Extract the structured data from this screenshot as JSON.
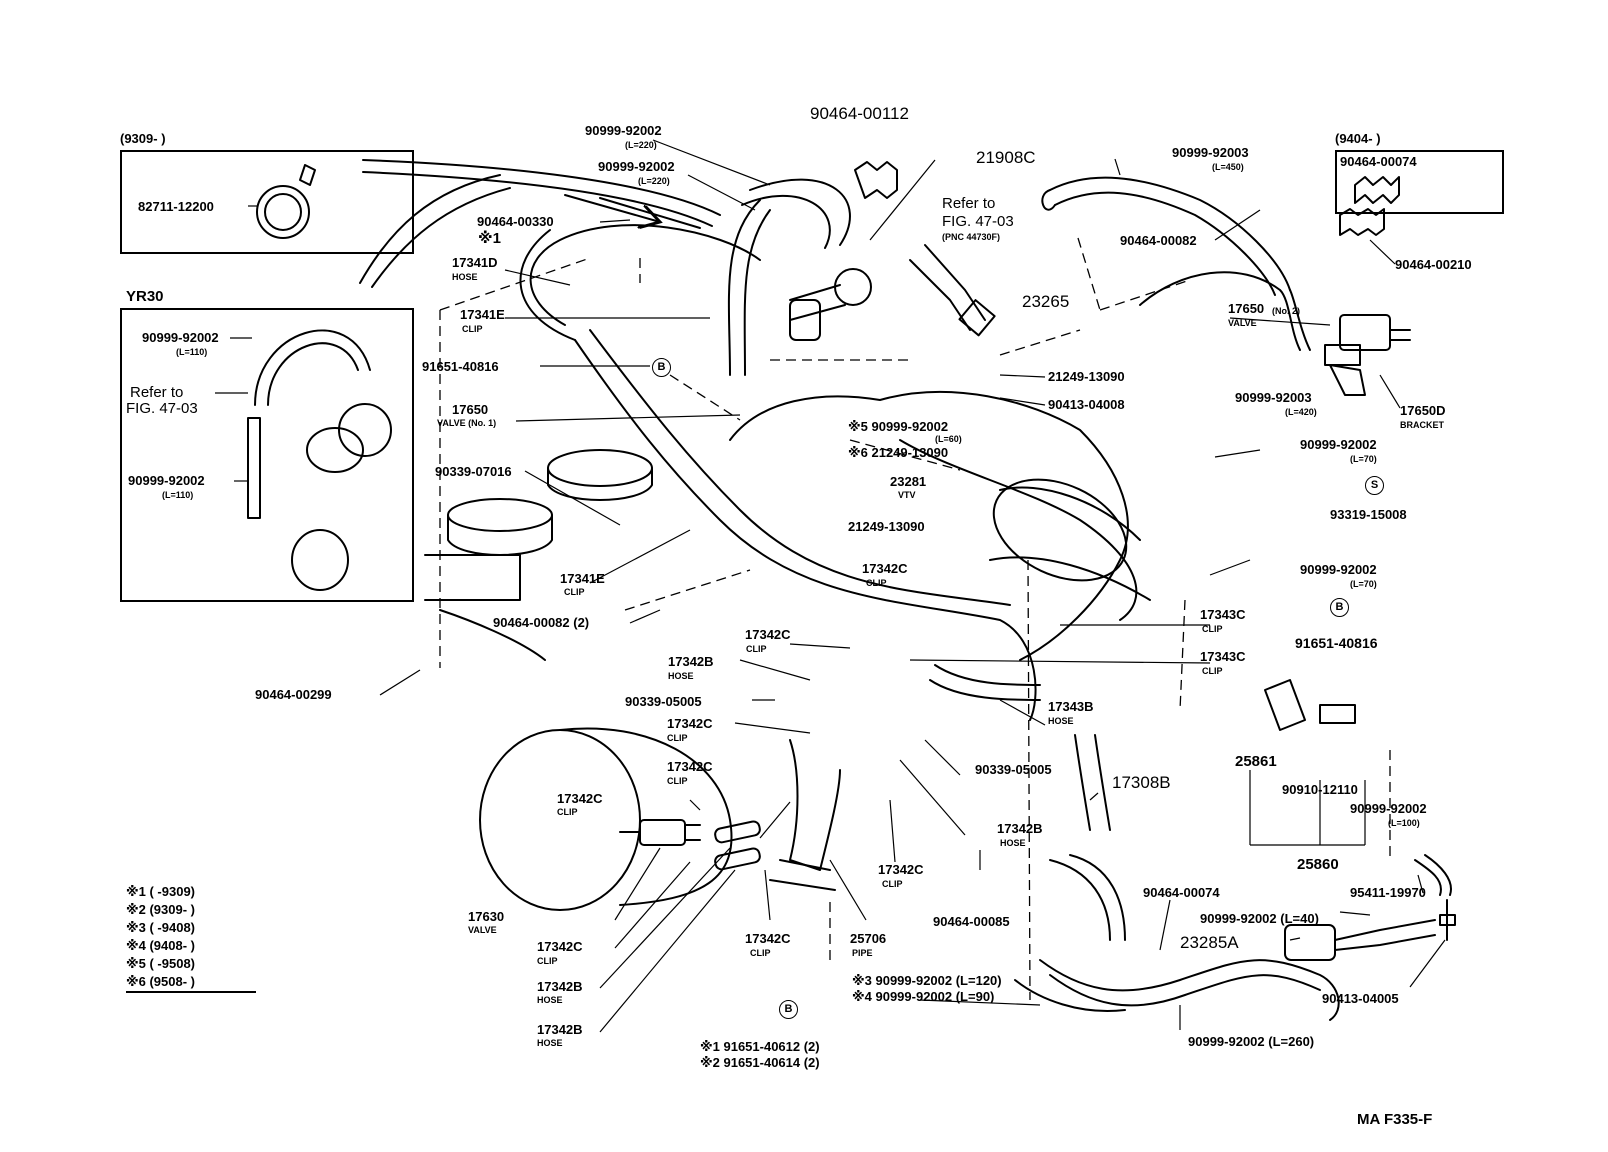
{
  "boxes": {
    "box_9309": {
      "header": "(9309-          )",
      "part": "82711-12200"
    },
    "box_yr30": {
      "header": "YR30",
      "hose_top": "90999-92002",
      "hose_top_len": "(L=110)",
      "refer_1": "Refer to",
      "refer_2": "FIG. 47-03",
      "hose_bottom": "90999-92002",
      "hose_bottom_len": "(L=110)"
    },
    "box_9404": {
      "header": "(9404-          )",
      "part": "90464-00074"
    }
  },
  "parts": {
    "p90464_00112": "90464-00112",
    "p21908C": "21908C",
    "ref_fig_1": "Refer to",
    "ref_fig_2": "FIG. 47-03",
    "ref_fig_3": "(PNC 44730F)",
    "p23265": "23265",
    "hose_220a": "90999-92002",
    "hose_220a_len": "(L=220)",
    "hose_220b": "90999-92002",
    "hose_220b_len": "(L=220)",
    "p90464_00330": "90464-00330",
    "mark1": "※1",
    "p17341D": "17341D",
    "p17341D_sub": "HOSE",
    "p17341E": "17341E",
    "p17341E_sub": "CLIP",
    "p91651_40816a": "91651-40816",
    "p17650": "17650",
    "p17650_sub": "VALVE (No. 1)",
    "p90339_07016": "90339-07016",
    "p17341E_2": "17341E",
    "p17341E_2_sub": "CLIP",
    "p90464_00082_2": "90464-00082 (2)",
    "p90464_00299": "90464-00299",
    "p21249_13090a": "21249-13090",
    "p90413_04008": "90413-04008",
    "m5_hose": "※5 90999-92002",
    "m5_len": "(L=60)",
    "m6_part": "※6 21249-13090",
    "p23281": "23281",
    "p23281_sub": "VTV",
    "p21249_13090b": "21249-13090",
    "p17342C_a": "17342C",
    "p17342C_a_sub": "CLIP",
    "p17342C_b": "17342C",
    "p17342C_b_sub": "CLIP",
    "p17342B_a": "17342B",
    "p17342B_a_sub": "HOSE",
    "p90339_05005a": "90339-05005",
    "p17342C_c": "17342C",
    "p17342C_c_sub": "CLIP",
    "p17342C_d": "17342C",
    "p17342C_d_sub": "CLIP",
    "p17342C_e": "17342C",
    "p17342C_e_sub": "CLIP",
    "p17630": "17630",
    "p17630_sub": "VALVE",
    "p17342C_f": "17342C",
    "p17342C_f_sub": "CLIP",
    "p17342B_b": "17342B",
    "p17342B_b_sub": "HOSE",
    "p17342B_c": "17342B",
    "p17342B_c_sub": "HOSE",
    "p17342C_g": "17342C",
    "p17342C_g_sub": "CLIP",
    "p25706": "25706",
    "p25706_sub": "PIPE",
    "p17342C_h": "17342C",
    "p17342C_h_sub": "CLIP",
    "p90464_00085": "90464-00085",
    "p17342B_d": "17342B",
    "p17342B_d_sub": "HOSE",
    "p90339_05005b": "90339-05005",
    "p17308B": "17308B",
    "p17343B": "17343B",
    "p17343B_sub": "HOSE",
    "p17343C_a": "17343C",
    "p17343C_a_sub": "CLIP",
    "p17343C_b": "17343C",
    "p17343C_b_sub": "CLIP",
    "p90999_92003_450": "90999-92003",
    "p90999_92003_450_len": "(L=450)",
    "p90464_00082": "90464-00082",
    "p90464_00210": "90464-00210",
    "p17650_no2": "17650",
    "p17650_no2_tag": "(No. 2)",
    "p17650_no2_sub": "VALVE",
    "p90999_92003_420": "90999-92003",
    "p90999_92003_420_len": "(L=420)",
    "p17650D": "17650D",
    "p17650D_sub": "BRACKET",
    "p90999_92002_70a": "90999-92002",
    "p90999_92002_70a_len": "(L=70)",
    "p93319_15008": "93319-15008",
    "p90999_92002_70b": "90999-92002",
    "p90999_92002_70b_len": "(L=70)",
    "p91651_40816b": "91651-40816",
    "p25861": "25861",
    "p90910_12110": "90910-12110",
    "p90999_92002_100": "90999-92002",
    "p90999_92002_100_len": "(L=100)",
    "p25860": "25860",
    "p95411_19970": "95411-19970",
    "p90464_00074": "90464-00074",
    "p90999_92002_40": "90999-92002 (L=40)",
    "p23285A": "23285A",
    "p90413_04005": "90413-04005",
    "m3_hose": "※3 90999-92002 (L=120)",
    "m4_hose": "※4 90999-92002 (L=90)",
    "p90999_92002_260": "90999-92002 (L=260)",
    "m1_part": "※1  91651-40612 (2)",
    "m2_part": "※2  91651-40614 (2)"
  },
  "callouts": {
    "s": "S",
    "b": "B"
  },
  "legend": [
    "※1 (        -9309)",
    "※2 (9309-          )",
    "※3 (        -9408)",
    "※4 (9408-          )",
    "※5 (        -9508)",
    "※6 (9508-          )"
  ],
  "figure_code": "MA F335-F"
}
